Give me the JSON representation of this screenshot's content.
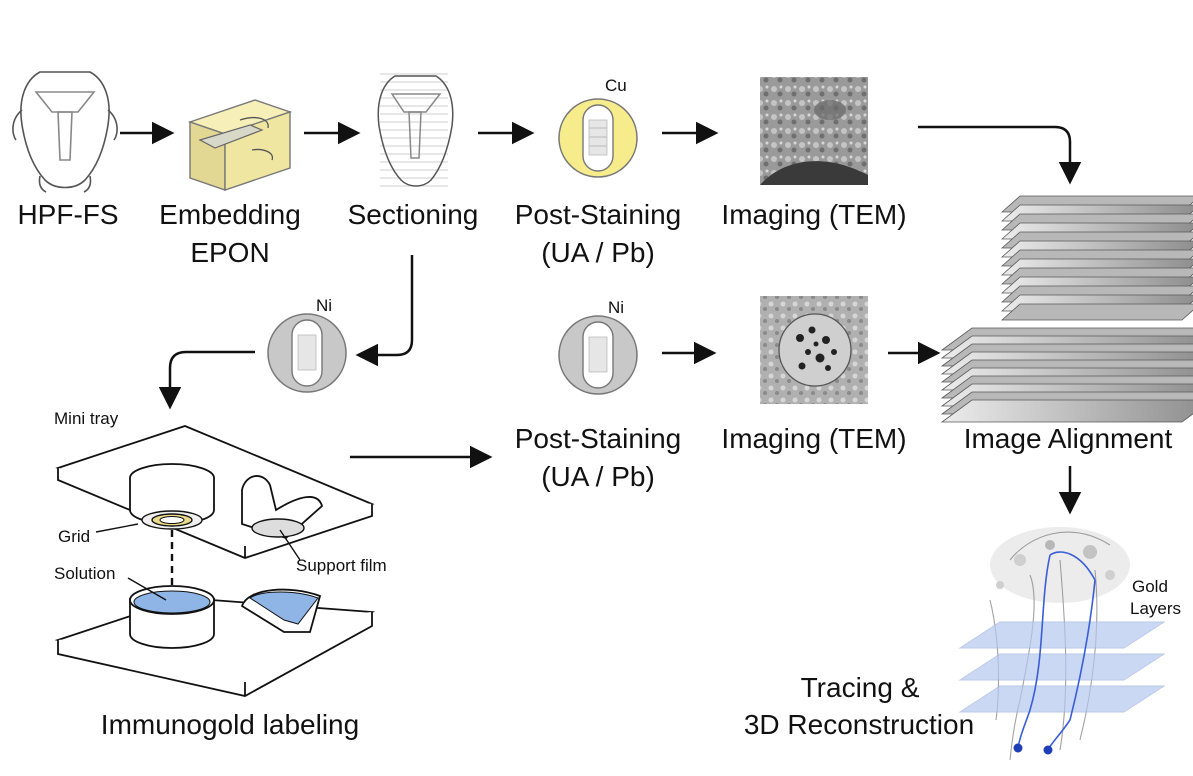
{
  "steps_top": {
    "hpf": "HPF-FS",
    "embedding": "Embedding",
    "epon": "EPON",
    "sectioning": "Sectioning",
    "post_staining": "Post-Staining",
    "post_staining_sub": "(UA / Pb)",
    "imaging": "Imaging (TEM)",
    "cu": "Cu"
  },
  "steps_bottom": {
    "ni_left": "Ni",
    "ni_right": "Ni",
    "post_staining": "Post-Staining",
    "post_staining_sub": "(UA / Pb)",
    "imaging": "Imaging (TEM)",
    "alignment": "Image Alignment"
  },
  "immunogold": {
    "mini_tray": "Mini tray",
    "grid": "Grid",
    "solution": "Solution",
    "support_film": "Support film",
    "title": "Immunogold labeling"
  },
  "reconstruction": {
    "gold": "Gold",
    "layers": "Layers",
    "title_line1": "Tracing &",
    "title_line2": "3D Reconstruction"
  },
  "colors": {
    "cu_grid": "#f6ec8c",
    "ni_grid": "#c8c8c8",
    "epon_block": "#f0e8a8",
    "gold_layer": "#b4c8ee",
    "neuron": "#3a5ed8",
    "solution": "#8fb4e6"
  }
}
